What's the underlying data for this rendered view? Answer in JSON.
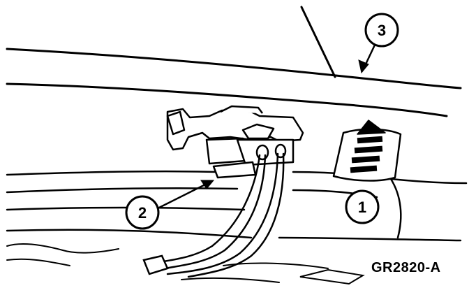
{
  "figure_id": "GR2820-A",
  "callouts": [
    {
      "label": "1",
      "target": "interior-lamp-lens"
    },
    {
      "label": "2",
      "target": "electrical-connector"
    },
    {
      "label": "3",
      "target": "headliner-panel"
    }
  ],
  "colors": {
    "line": "#000000",
    "fill": "#ffffff"
  }
}
